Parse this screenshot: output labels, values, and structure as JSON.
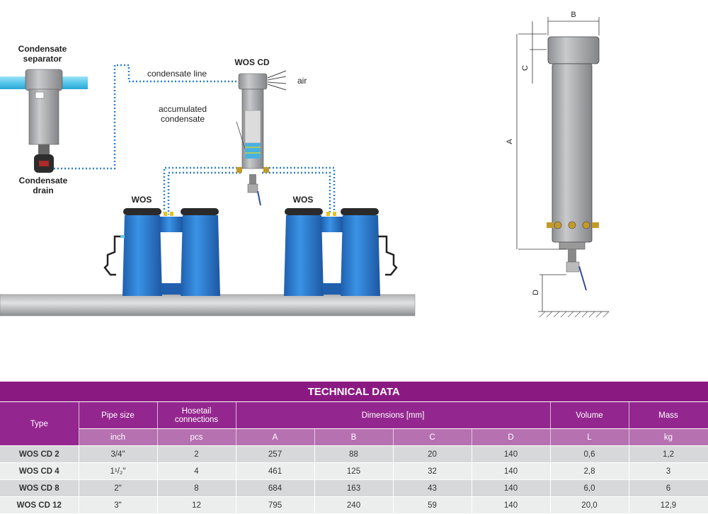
{
  "diagram": {
    "condensate_separator": [
      "Condensate",
      "separator"
    ],
    "condensate_drain": [
      "Condensate",
      "drain"
    ],
    "condensate_line": "condensate line",
    "wos_cd": "WOS CD",
    "air": "air",
    "accumulated_condensate": [
      "accumulated",
      "condensate"
    ],
    "wos_left": "WOS",
    "wos_right": "WOS",
    "dim_labels": {
      "a": "A",
      "b": "B",
      "c": "C",
      "d": "D"
    }
  },
  "table": {
    "title": "TECHNICAL DATA",
    "headers": {
      "type": "Type",
      "pipe_size": "Pipe size",
      "hosetail": [
        "Hosetail",
        "connections"
      ],
      "dimensions": "Dimensions [mm]",
      "volume": "Volume",
      "mass": "Mass"
    },
    "units": {
      "pipe_size": "inch",
      "hosetail": "pcs",
      "a": "A",
      "b": "B",
      "c": "C",
      "d": "D",
      "volume": "L",
      "mass": "kg"
    },
    "rows": [
      {
        "type": "WOS CD 2",
        "pipe": "3/4\"",
        "hosetail": "2",
        "a": "257",
        "b": "88",
        "c": "20",
        "d": "140",
        "volume": "0,6",
        "mass": "1,2"
      },
      {
        "type": "WOS CD 4",
        "pipe": "1¹/₂\"",
        "hosetail": "4",
        "a": "461",
        "b": "125",
        "c": "32",
        "d": "140",
        "volume": "2,8",
        "mass": "3"
      },
      {
        "type": "WOS CD 8",
        "pipe": "2\"",
        "hosetail": "8",
        "a": "684",
        "b": "163",
        "c": "43",
        "d": "140",
        "volume": "6,0",
        "mass": "6"
      },
      {
        "type": "WOS CD 12",
        "pipe": "3\"",
        "hosetail": "12",
        "a": "795",
        "b": "240",
        "c": "59",
        "d": "140",
        "volume": "20,0",
        "mass": "12,9"
      }
    ]
  },
  "colors": {
    "purple_dark": "#8a1a82",
    "purple": "#94278f",
    "purple_light": "#b671b1",
    "tank_blue": "#2c83d8",
    "pipe_cyan": "#5fc9ea",
    "housing_gray": "#a9aaac"
  }
}
